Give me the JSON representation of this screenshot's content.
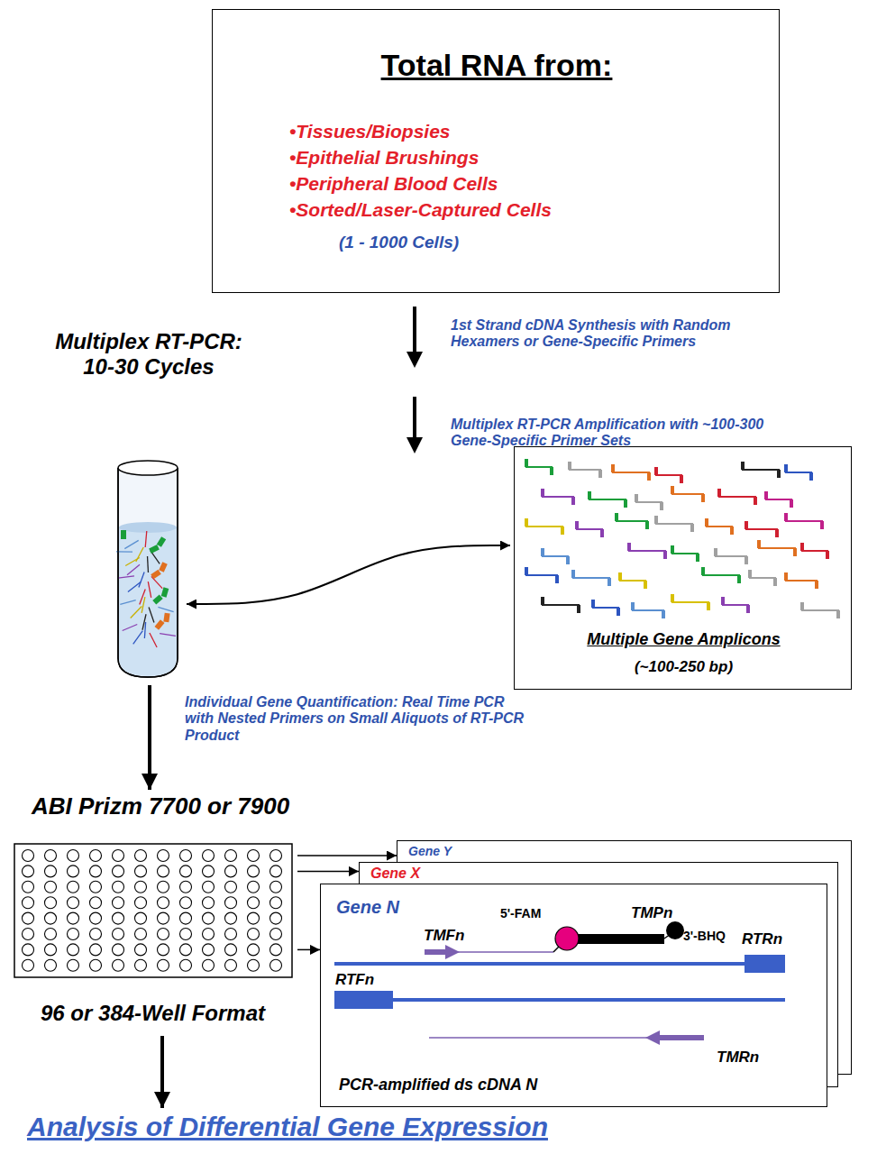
{
  "diagram": {
    "nodes": [
      {
        "text": [
          "Total RNA from:",
          "•Tissues/Biopsies",
          "•Epithelial Brushings",
          "•Peripheral Blood Cells",
          "•Sorted/Laser-Captured Cells",
          "(1 - 1000 Cells)"
        ]
      },
      {
        "text": [
          "Multiplex RT-PCR: 10-30 Cycles"
        ]
      },
      {
        "text": [
          "Multiple Gene Amplicons",
          "(~100-250 bp)"
        ]
      },
      {
        "text": [
          "ABI Prizm 7700 or 7900",
          "96 or 384-Well Format"
        ]
      },
      {
        "text": [
          "Gene Y"
        ]
      },
      {
        "text": [
          "Gene X"
        ]
      },
      {
        "text": [
          "Gene N",
          "PCR-amplified ds cDNA N"
        ]
      },
      {
        "text": [
          "Analysis of Differential Gene Expression"
        ]
      }
    ],
    "edges": [
      {
        "from": 1,
        "to": 2,
        "arrow": "both"
      },
      {
        "from": 1,
        "to": 3,
        "arrow": "to"
      },
      {
        "from": 3,
        "to": 4,
        "arrow": "to"
      },
      {
        "from": 3,
        "to": 5,
        "arrow": "to"
      },
      {
        "from": 3,
        "to": 6,
        "arrow": "to"
      },
      {
        "from": 3,
        "to": 7,
        "arrow": "to"
      }
    ],
    "labels": [
      "1st Strand cDNA Synthesis with Random Hexamers or Gene-Specific Primers",
      "Multiplex RT-PCR Amplification with ~100-300 Gene-Specific Primer Sets",
      "Individual Gene Quantification: Real Time PCR with Nested Primers on Small Aliquots of RT-PCR Product",
      "TMFn",
      "5'-FAM",
      "TMPn",
      "3'-BHQ",
      "RTRn",
      "RTFn",
      "TMRn"
    ]
  }
}
